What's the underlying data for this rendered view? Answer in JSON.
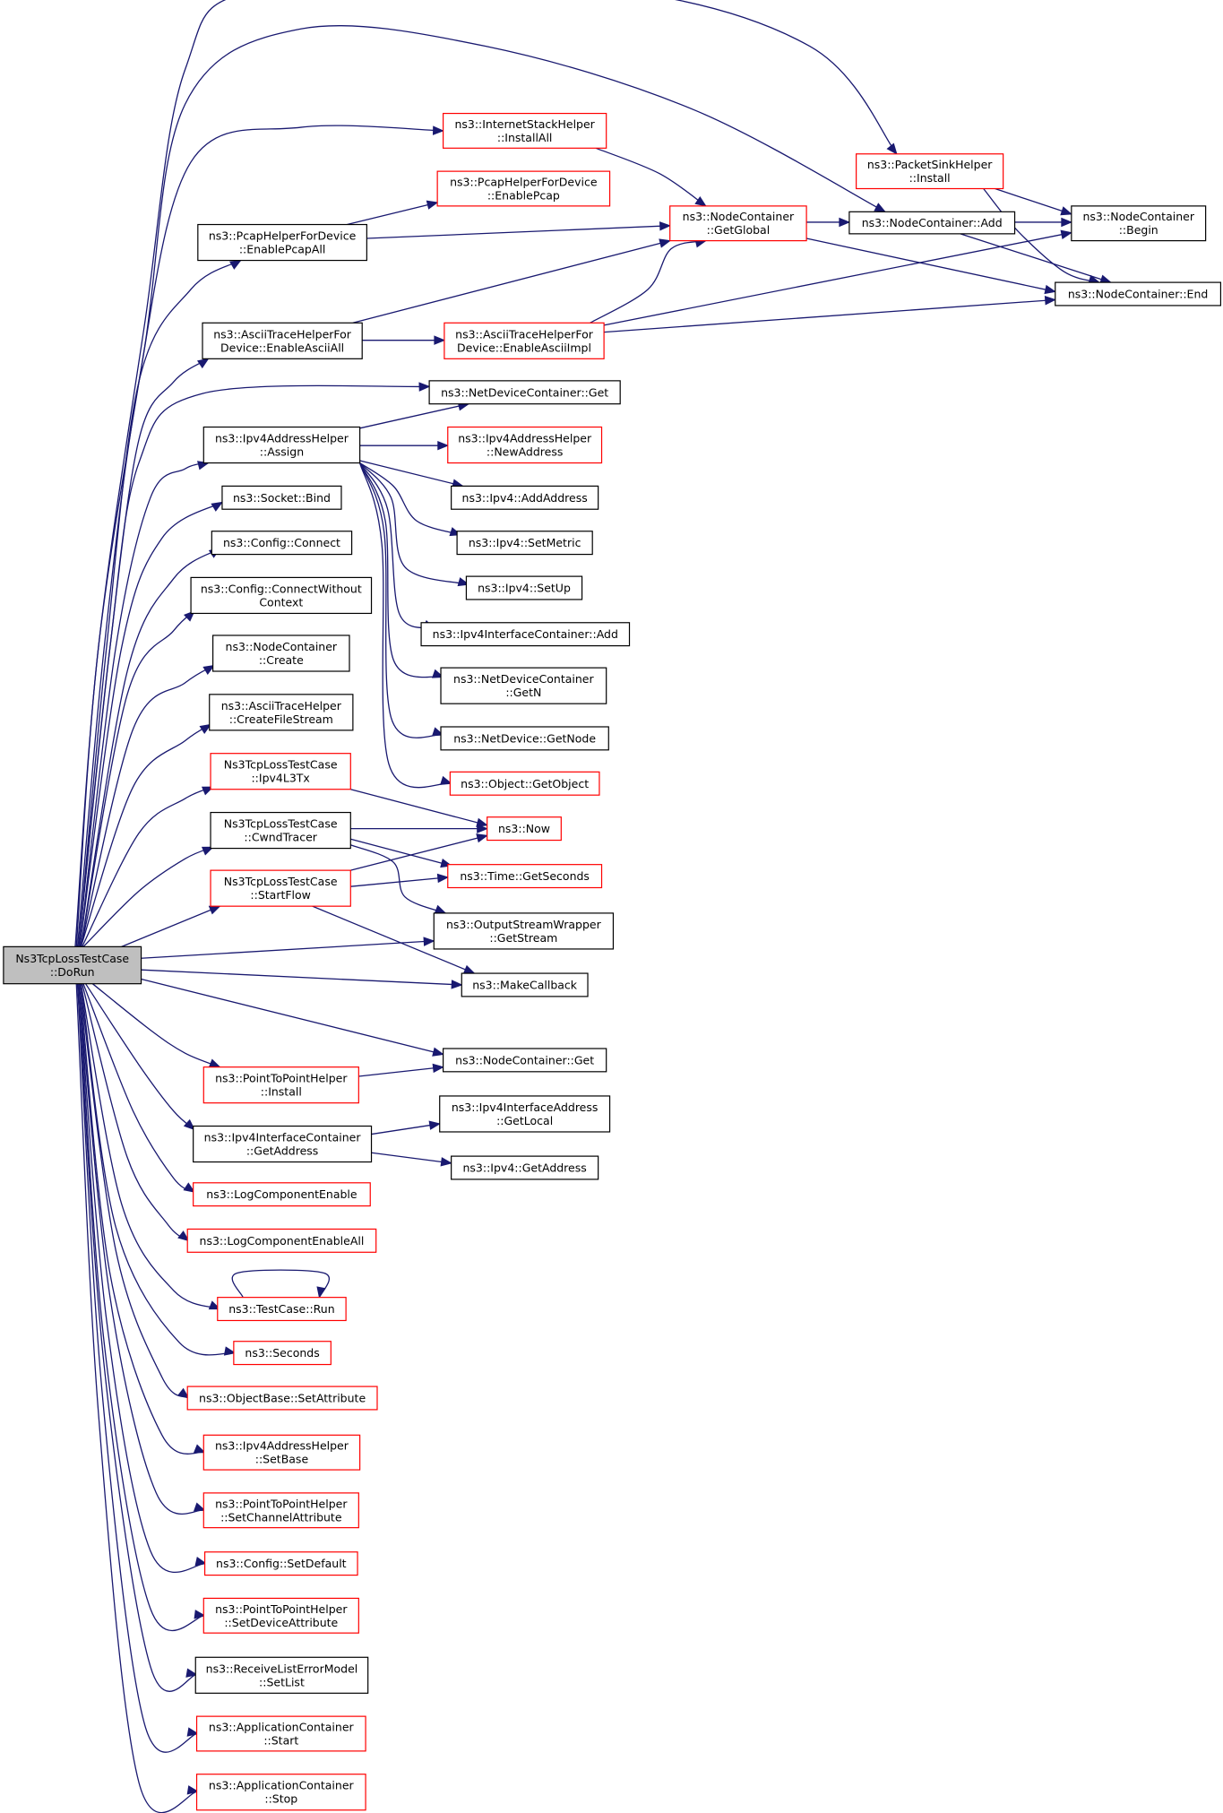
{
  "colors": {
    "edge": "#191970",
    "border_normal": "#000000",
    "border_truncated": "#ff0000",
    "fill_root": "#bfbfbf",
    "fill_normal": "#ffffff"
  },
  "nodes": [
    {
      "id": "root",
      "lines": [
        "Ns3TcpLossTestCase",
        "::DoRun"
      ],
      "style": "root"
    },
    {
      "id": "psh_install",
      "lines": [
        "ns3::PacketSinkHelper",
        "::Install"
      ],
      "style": "red"
    },
    {
      "id": "ish_installall",
      "lines": [
        "ns3::InternetStackHelper",
        "::InstallAll"
      ],
      "style": "red"
    },
    {
      "id": "phd_enablepcap",
      "lines": [
        "ns3::PcapHelperForDevice",
        "::EnablePcap"
      ],
      "style": "red"
    },
    {
      "id": "phd_enablepcapall",
      "lines": [
        "ns3::PcapHelperForDevice",
        "::EnablePcapAll"
      ],
      "style": "black"
    },
    {
      "id": "nc_getglobal",
      "lines": [
        "ns3::NodeContainer",
        "::GetGlobal"
      ],
      "style": "red"
    },
    {
      "id": "nc_add",
      "lines": [
        "ns3::NodeContainer::Add"
      ],
      "style": "black"
    },
    {
      "id": "nc_begin",
      "lines": [
        "ns3::NodeContainer",
        "::Begin"
      ],
      "style": "black"
    },
    {
      "id": "nc_end",
      "lines": [
        "ns3::NodeContainer::End"
      ],
      "style": "black"
    },
    {
      "id": "athd_enableasciiall",
      "lines": [
        "ns3::AsciiTraceHelperFor",
        "Device::EnableAsciiAll"
      ],
      "style": "black"
    },
    {
      "id": "athd_enableasciiimpl",
      "lines": [
        "ns3::AsciiTraceHelperFor",
        "Device::EnableAsciiImpl"
      ],
      "style": "red"
    },
    {
      "id": "ndc_get",
      "lines": [
        "ns3::NetDeviceContainer::Get"
      ],
      "style": "black"
    },
    {
      "id": "ipv4ah_assign",
      "lines": [
        "ns3::Ipv4AddressHelper",
        "::Assign"
      ],
      "style": "black"
    },
    {
      "id": "ipv4ah_newaddress",
      "lines": [
        "ns3::Ipv4AddressHelper",
        "::NewAddress"
      ],
      "style": "red"
    },
    {
      "id": "ipv4_addaddress",
      "lines": [
        "ns3::Ipv4::AddAddress"
      ],
      "style": "black"
    },
    {
      "id": "socket_bind",
      "lines": [
        "ns3::Socket::Bind"
      ],
      "style": "black"
    },
    {
      "id": "ipv4_setmetric",
      "lines": [
        "ns3::Ipv4::SetMetric"
      ],
      "style": "black"
    },
    {
      "id": "config_connect",
      "lines": [
        "ns3::Config::Connect"
      ],
      "style": "black"
    },
    {
      "id": "ipv4_setup",
      "lines": [
        "ns3::Ipv4::SetUp"
      ],
      "style": "black"
    },
    {
      "id": "config_connectwithout",
      "lines": [
        "ns3::Config::ConnectWithout",
        "Context"
      ],
      "style": "black"
    },
    {
      "id": "ipv4ic_add",
      "lines": [
        "ns3::Ipv4InterfaceContainer::Add"
      ],
      "style": "black"
    },
    {
      "id": "nc_create",
      "lines": [
        "ns3::NodeContainer",
        "::Create"
      ],
      "style": "black"
    },
    {
      "id": "ndc_getn",
      "lines": [
        "ns3::NetDeviceContainer",
        "::GetN"
      ],
      "style": "black"
    },
    {
      "id": "ath_createfilestream",
      "lines": [
        "ns3::AsciiTraceHelper",
        "::CreateFileStream"
      ],
      "style": "black"
    },
    {
      "id": "nd_getnode",
      "lines": [
        "ns3::NetDevice::GetNode"
      ],
      "style": "black"
    },
    {
      "id": "tlt_ipv4l3tx",
      "lines": [
        "Ns3TcpLossTestCase",
        "::Ipv4L3Tx"
      ],
      "style": "red"
    },
    {
      "id": "obj_getobject",
      "lines": [
        "ns3::Object::GetObject"
      ],
      "style": "red"
    },
    {
      "id": "tlt_cwndtracer",
      "lines": [
        "Ns3TcpLossTestCase",
        "::CwndTracer"
      ],
      "style": "black"
    },
    {
      "id": "ns3_now",
      "lines": [
        "ns3::Now"
      ],
      "style": "red"
    },
    {
      "id": "tlt_startflow",
      "lines": [
        "Ns3TcpLossTestCase",
        "::StartFlow"
      ],
      "style": "red"
    },
    {
      "id": "time_getseconds",
      "lines": [
        "ns3::Time::GetSeconds"
      ],
      "style": "red"
    },
    {
      "id": "osw_getstream",
      "lines": [
        "ns3::OutputStreamWrapper",
        "::GetStream"
      ],
      "style": "black"
    },
    {
      "id": "makecallback",
      "lines": [
        "ns3::MakeCallback"
      ],
      "style": "black"
    },
    {
      "id": "nc_get",
      "lines": [
        "ns3::NodeContainer::Get"
      ],
      "style": "black"
    },
    {
      "id": "p2p_install",
      "lines": [
        "ns3::PointToPointHelper",
        "::Install"
      ],
      "style": "red"
    },
    {
      "id": "ipv4ia_getlocal",
      "lines": [
        "ns3::Ipv4InterfaceAddress",
        "::GetLocal"
      ],
      "style": "black"
    },
    {
      "id": "ipv4ic_getaddress",
      "lines": [
        "ns3::Ipv4InterfaceContainer",
        "::GetAddress"
      ],
      "style": "black"
    },
    {
      "id": "ipv4_getaddress",
      "lines": [
        "ns3::Ipv4::GetAddress"
      ],
      "style": "black"
    },
    {
      "id": "logcomponentenable",
      "lines": [
        "ns3::LogComponentEnable"
      ],
      "style": "red"
    },
    {
      "id": "logcomponentenableall",
      "lines": [
        "ns3::LogComponentEnableAll"
      ],
      "style": "red"
    },
    {
      "id": "testcase_run",
      "lines": [
        "ns3::TestCase::Run"
      ],
      "style": "red"
    },
    {
      "id": "seconds",
      "lines": [
        "ns3::Seconds"
      ],
      "style": "red"
    },
    {
      "id": "objbase_setattribute",
      "lines": [
        "ns3::ObjectBase::SetAttribute"
      ],
      "style": "red"
    },
    {
      "id": "ipv4ah_setbase",
      "lines": [
        "ns3::Ipv4AddressHelper",
        "::SetBase"
      ],
      "style": "red"
    },
    {
      "id": "p2p_setchannelattr",
      "lines": [
        "ns3::PointToPointHelper",
        "::SetChannelAttribute"
      ],
      "style": "red"
    },
    {
      "id": "config_setdefault",
      "lines": [
        "ns3::Config::SetDefault"
      ],
      "style": "red"
    },
    {
      "id": "p2p_setdeviceattr",
      "lines": [
        "ns3::PointToPointHelper",
        "::SetDeviceAttribute"
      ],
      "style": "red"
    },
    {
      "id": "rlem_setlist",
      "lines": [
        "ns3::ReceiveListErrorModel",
        "::SetList"
      ],
      "style": "black"
    },
    {
      "id": "ac_start",
      "lines": [
        "ns3::ApplicationContainer",
        "::Start"
      ],
      "style": "red"
    },
    {
      "id": "ac_stop",
      "lines": [
        "ns3::ApplicationContainer",
        "::Stop"
      ],
      "style": "red"
    }
  ],
  "edges": [
    [
      "root",
      "psh_install"
    ],
    [
      "root",
      "nc_add"
    ],
    [
      "root",
      "ish_installall"
    ],
    [
      "root",
      "phd_enablepcapall"
    ],
    [
      "root",
      "athd_enableasciiall"
    ],
    [
      "root",
      "ndc_get"
    ],
    [
      "root",
      "ipv4ah_assign"
    ],
    [
      "root",
      "socket_bind"
    ],
    [
      "root",
      "config_connect"
    ],
    [
      "root",
      "config_connectwithout"
    ],
    [
      "root",
      "nc_create"
    ],
    [
      "root",
      "ath_createfilestream"
    ],
    [
      "root",
      "tlt_ipv4l3tx"
    ],
    [
      "root",
      "tlt_cwndtracer"
    ],
    [
      "root",
      "tlt_startflow"
    ],
    [
      "root",
      "osw_getstream"
    ],
    [
      "root",
      "makecallback"
    ],
    [
      "root",
      "nc_get"
    ],
    [
      "root",
      "p2p_install"
    ],
    [
      "root",
      "ipv4ic_getaddress"
    ],
    [
      "root",
      "logcomponentenable"
    ],
    [
      "root",
      "logcomponentenableall"
    ],
    [
      "root",
      "testcase_run"
    ],
    [
      "root",
      "seconds"
    ],
    [
      "root",
      "objbase_setattribute"
    ],
    [
      "root",
      "ipv4ah_setbase"
    ],
    [
      "root",
      "p2p_setchannelattr"
    ],
    [
      "root",
      "config_setdefault"
    ],
    [
      "root",
      "p2p_setdeviceattr"
    ],
    [
      "root",
      "rlem_setlist"
    ],
    [
      "root",
      "ac_start"
    ],
    [
      "root",
      "ac_stop"
    ],
    [
      "psh_install",
      "nc_begin"
    ],
    [
      "psh_install",
      "nc_end"
    ],
    [
      "ish_installall",
      "nc_getglobal"
    ],
    [
      "phd_enablepcapall",
      "phd_enablepcap"
    ],
    [
      "phd_enablepcapall",
      "nc_getglobal"
    ],
    [
      "nc_getglobal",
      "nc_add"
    ],
    [
      "nc_getglobal",
      "nc_end"
    ],
    [
      "nc_add",
      "nc_begin"
    ],
    [
      "nc_add",
      "nc_end"
    ],
    [
      "athd_enableasciiall",
      "nc_getglobal"
    ],
    [
      "athd_enableasciiall",
      "athd_enableasciiimpl"
    ],
    [
      "athd_enableasciiimpl",
      "nc_getglobal"
    ],
    [
      "athd_enableasciiimpl",
      "nc_begin"
    ],
    [
      "athd_enableasciiimpl",
      "nc_end"
    ],
    [
      "ipv4ah_assign",
      "ndc_get"
    ],
    [
      "ipv4ah_assign",
      "ipv4ah_newaddress"
    ],
    [
      "ipv4ah_assign",
      "ipv4_addaddress"
    ],
    [
      "ipv4ah_assign",
      "ipv4_setmetric"
    ],
    [
      "ipv4ah_assign",
      "ipv4_setup"
    ],
    [
      "ipv4ah_assign",
      "ipv4ic_add"
    ],
    [
      "ipv4ah_assign",
      "ndc_getn"
    ],
    [
      "ipv4ah_assign",
      "nd_getnode"
    ],
    [
      "ipv4ah_assign",
      "obj_getobject"
    ],
    [
      "tlt_ipv4l3tx",
      "ns3_now"
    ],
    [
      "tlt_cwndtracer",
      "ns3_now"
    ],
    [
      "tlt_cwndtracer",
      "time_getseconds"
    ],
    [
      "tlt_cwndtracer",
      "osw_getstream"
    ],
    [
      "tlt_startflow",
      "ns3_now"
    ],
    [
      "tlt_startflow",
      "time_getseconds"
    ],
    [
      "tlt_startflow",
      "makecallback"
    ],
    [
      "p2p_install",
      "nc_get"
    ],
    [
      "ipv4ic_getaddress",
      "ipv4ia_getlocal"
    ],
    [
      "ipv4ic_getaddress",
      "ipv4_getaddress"
    ],
    [
      "testcase_run",
      "testcase_run"
    ]
  ]
}
